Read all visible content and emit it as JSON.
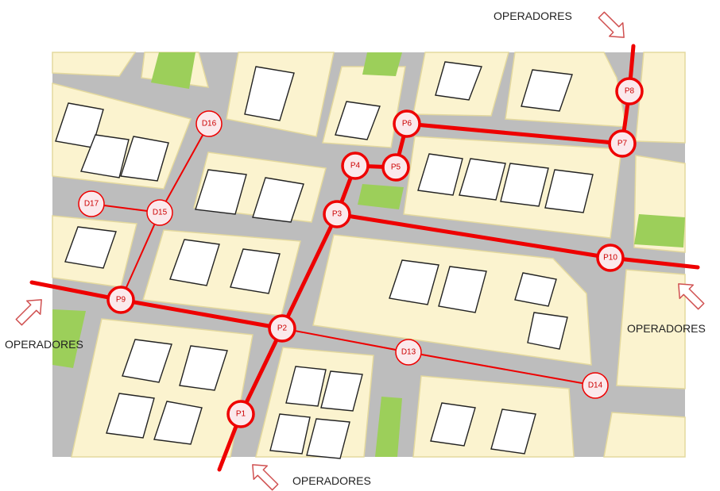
{
  "colors": {
    "background": "#ffffff",
    "block": "#fbf3cf",
    "block_edge": "#e6dca4",
    "road": "#b9b9b9",
    "road_light": "#cfcfcf",
    "park": "#9ccf5a",
    "building": "#ffffff",
    "route": "#ee0000",
    "node_fill": "#fbe9ec"
  },
  "operators": {
    "top": "OPERADORES",
    "left": "OPERADORES",
    "right": "OPERADORES",
    "bottom": "OPERADORES"
  },
  "nodes": {
    "P1": "P1",
    "P2": "P2",
    "P3": "P3",
    "P4": "P4",
    "P5": "P5",
    "P6": "P6",
    "P7": "P7",
    "P8": "P8",
    "P9": "P9",
    "P10": "P10",
    "D13": "D13",
    "D14": "D14",
    "D15": "D15",
    "D16": "D16",
    "D17": "D17"
  }
}
